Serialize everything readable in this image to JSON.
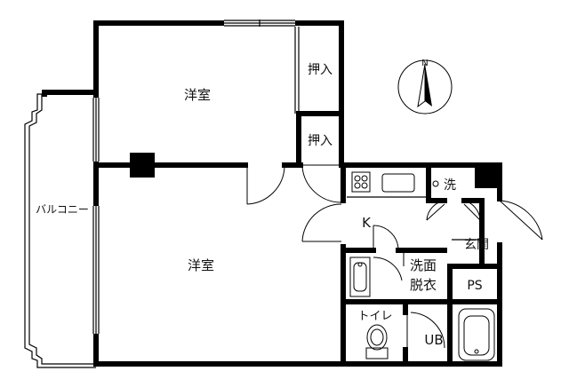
{
  "labels": {
    "western_room_top": "洋室",
    "western_room_bottom": "洋室",
    "closet_1": "押入",
    "closet_2": "押入",
    "balcony": "バルコニー",
    "kitchen": "K",
    "washer": "洗",
    "entrance": "玄関",
    "washroom_line1": "洗面",
    "washroom_line2": "脱衣",
    "ps": "PS",
    "toilet": "トイレ",
    "unit_bath": "UB"
  },
  "compass": {
    "north_label": "N",
    "icon": "north-arrow-icon"
  }
}
